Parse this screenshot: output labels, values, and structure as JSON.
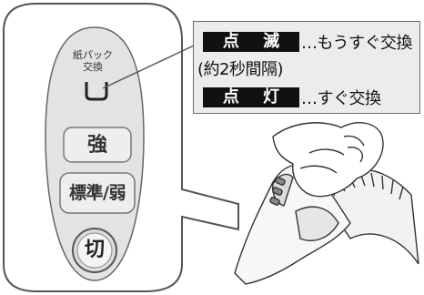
{
  "remote": {
    "paper_pack_label_line1": "紙パック",
    "paper_pack_label_line2": "交換",
    "strong_button": "強",
    "standard_weak_button": "標準/弱",
    "off_button": "切"
  },
  "callout": {
    "blink_badge": "点 滅",
    "blink_text": "…もうすぐ交換",
    "blink_sub": "(約2秒間隔)",
    "steady_badge": "点 灯",
    "steady_text": "…すぐ交換"
  },
  "colors": {
    "panel_fill": "#e6e6e6",
    "badge": "#111111",
    "outline": "#555555"
  }
}
